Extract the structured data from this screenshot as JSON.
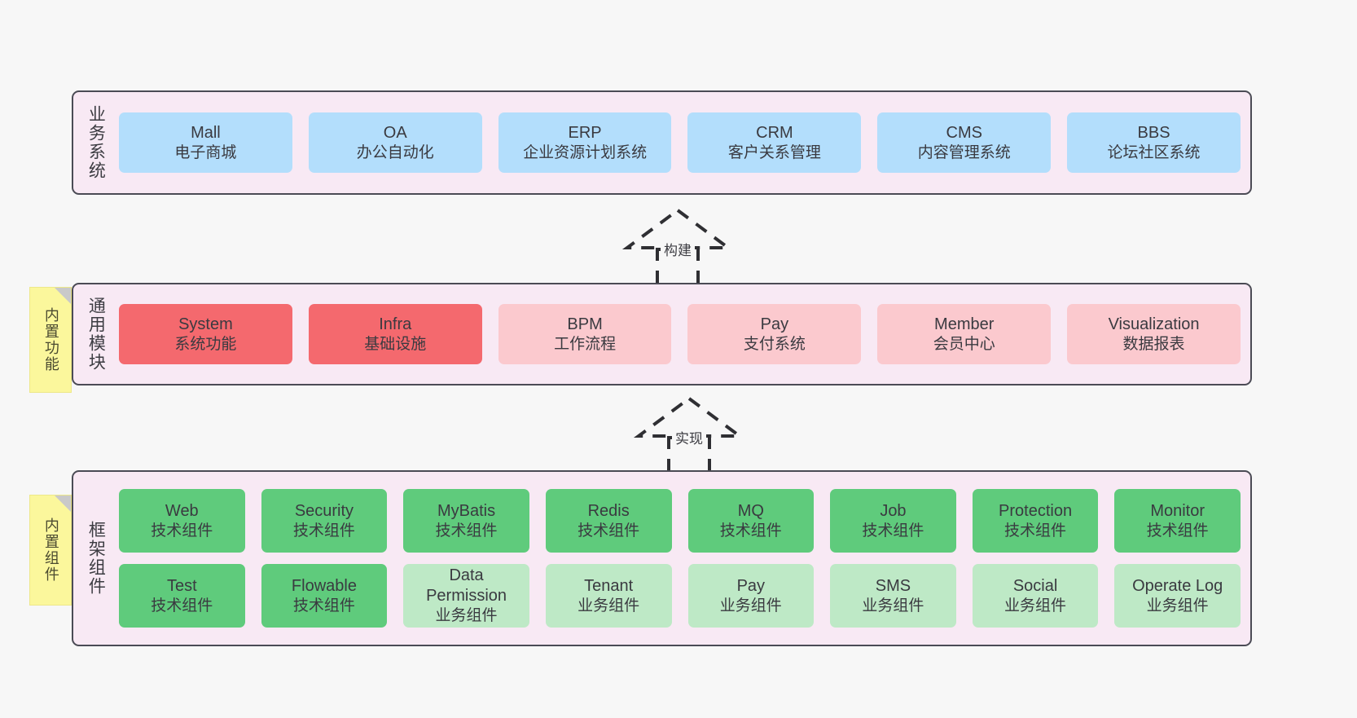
{
  "diagram": {
    "background_color": "#F7F7F7",
    "layer_bg_color": "#F8E9F4",
    "layer_border_color": "#4B4B55",
    "note_color": "#FBF79C",
    "colors": {
      "blue": "#B3DEFC",
      "red": "#F4696E",
      "pink": "#FBC9CE",
      "green": "#5FCB7C",
      "light_green": "#BEE9C6"
    }
  },
  "layers": [
    {
      "id": "business",
      "title": "业务系统",
      "rows": [
        [
          {
            "en": "Mall",
            "cn": "电子商城",
            "color": "blue"
          },
          {
            "en": "OA",
            "cn": "办公自动化",
            "color": "blue"
          },
          {
            "en": "ERP",
            "cn": "企业资源计划系统",
            "color": "blue"
          },
          {
            "en": "CRM",
            "cn": "客户关系管理",
            "color": "blue"
          },
          {
            "en": "CMS",
            "cn": "内容管理系统",
            "color": "blue"
          },
          {
            "en": "BBS",
            "cn": "论坛社区系统",
            "color": "blue"
          }
        ]
      ]
    },
    {
      "id": "common",
      "title": "通用模块",
      "note": "内置功能",
      "rows": [
        [
          {
            "en": "System",
            "cn": "系统功能",
            "color": "red"
          },
          {
            "en": "Infra",
            "cn": "基础设施",
            "color": "red"
          },
          {
            "en": "BPM",
            "cn": "工作流程",
            "color": "pink"
          },
          {
            "en": "Pay",
            "cn": "支付系统",
            "color": "pink"
          },
          {
            "en": "Member",
            "cn": "会员中心",
            "color": "pink"
          },
          {
            "en": "Visualization",
            "cn": "数据报表",
            "color": "pink"
          }
        ]
      ]
    },
    {
      "id": "frame",
      "title": "框架组件",
      "note": "内置组件",
      "rows": [
        [
          {
            "en": "Web",
            "cn": "技术组件",
            "color": "green"
          },
          {
            "en": "Security",
            "cn": "技术组件",
            "color": "green"
          },
          {
            "en": "MyBatis",
            "cn": "技术组件",
            "color": "green"
          },
          {
            "en": "Redis",
            "cn": "技术组件",
            "color": "green"
          },
          {
            "en": "MQ",
            "cn": "技术组件",
            "color": "green"
          },
          {
            "en": "Job",
            "cn": "技术组件",
            "color": "green"
          },
          {
            "en": "Protection",
            "cn": "技术组件",
            "color": "green"
          },
          {
            "en": "Monitor",
            "cn": "技术组件",
            "color": "green"
          }
        ],
        [
          {
            "en": "Test",
            "cn": "技术组件",
            "color": "green"
          },
          {
            "en": "Flowable",
            "cn": "技术组件",
            "color": "green"
          },
          {
            "en": "Data Permission",
            "cn": "业务组件",
            "color": "light_green"
          },
          {
            "en": "Tenant",
            "cn": "业务组件",
            "color": "light_green"
          },
          {
            "en": "Pay",
            "cn": "业务组件",
            "color": "light_green"
          },
          {
            "en": "SMS",
            "cn": "业务组件",
            "color": "light_green"
          },
          {
            "en": "Social",
            "cn": "业务组件",
            "color": "light_green"
          },
          {
            "en": "Operate Log",
            "cn": "业务组件",
            "color": "light_green"
          }
        ]
      ]
    }
  ],
  "connectors": [
    {
      "id": "build",
      "label": "构建",
      "style": "dashed-generalization",
      "direction": "up"
    },
    {
      "id": "realize",
      "label": "实现",
      "style": "dashed-generalization",
      "direction": "up"
    }
  ]
}
